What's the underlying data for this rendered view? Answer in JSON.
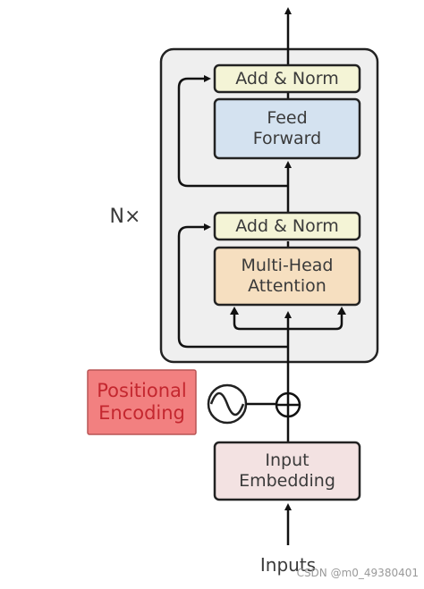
{
  "encoder": {
    "repeat_label": "N×",
    "add_norm_top": "Add & Norm",
    "feed_forward": [
      "Feed",
      "Forward"
    ],
    "add_norm_bottom": "Add & Norm",
    "multi_head_attention": [
      "Multi-Head",
      "Attention"
    ]
  },
  "positional_encoding": [
    "Positional",
    "Encoding"
  ],
  "input_embedding": [
    "Input",
    "Embedding"
  ],
  "inputs_label": "Inputs",
  "watermark": "CSDN @m0_49380401",
  "colors": {
    "add_norm": "#f4f4d6",
    "feed_forward": "#d4e2f0",
    "attention": "#f6dfc0",
    "embedding": "#f3e2e2",
    "positional_encoding": "#f28080",
    "encoder_block": "#efefef",
    "line": "#111111"
  }
}
